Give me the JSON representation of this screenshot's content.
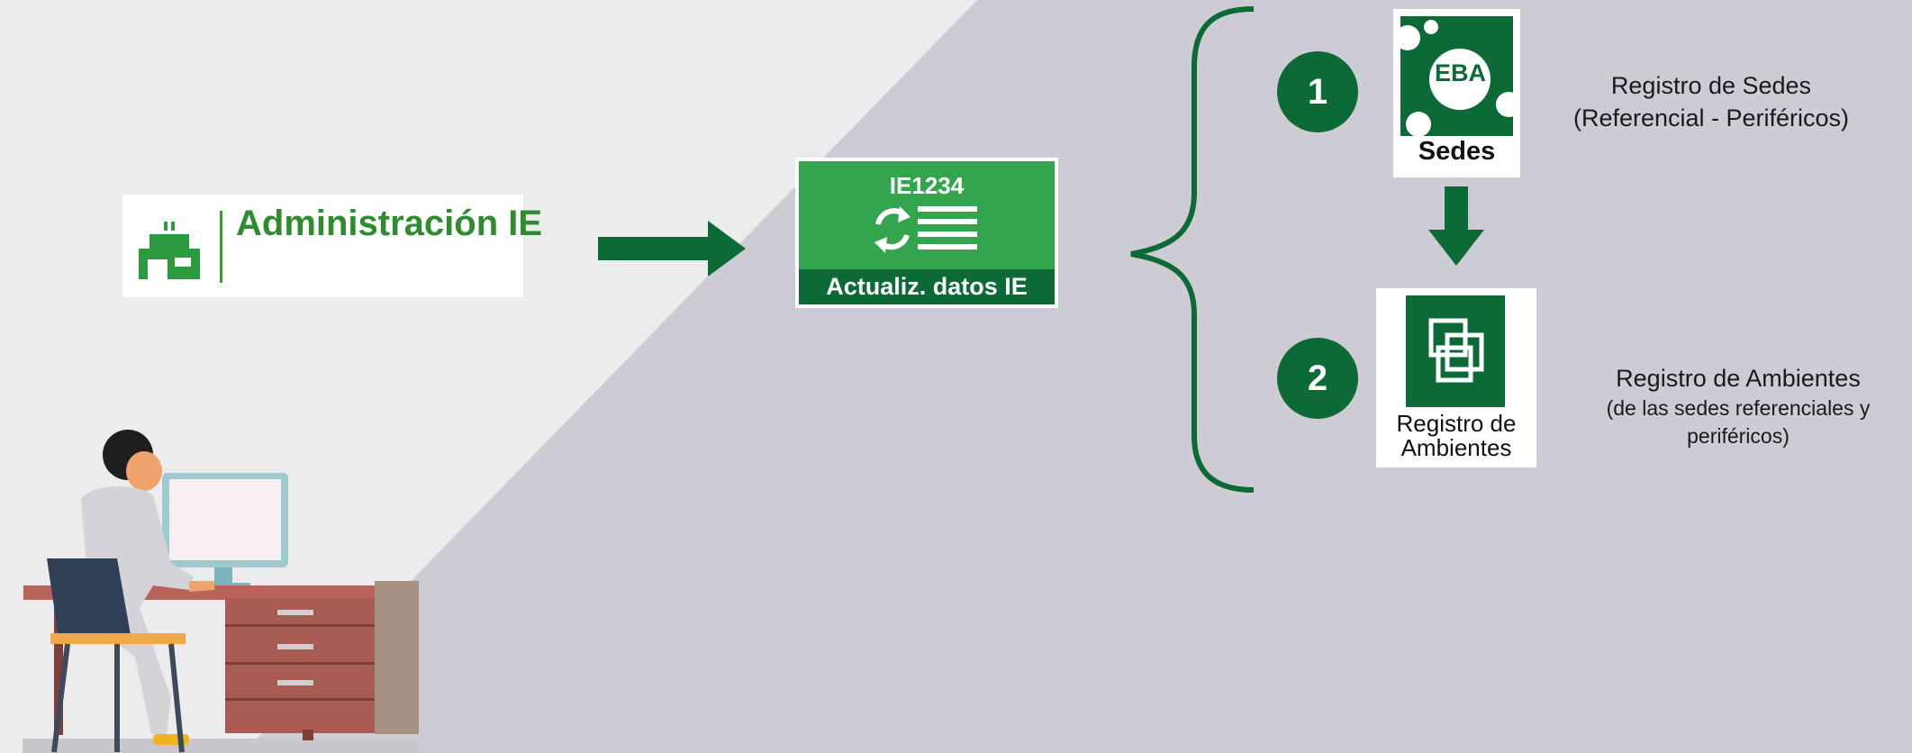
{
  "colors": {
    "background_left": "#ececec",
    "background_right": "#cdcbd3",
    "dark_green": "#0b6a35",
    "mid_green": "#33a54f",
    "admin_green": "#2e8b2e"
  },
  "admin_card": {
    "title": "Administración IE",
    "icon": "school-building-icon"
  },
  "ie_card": {
    "code": "IE1234",
    "label": "Actualiz. datos IE",
    "icon": "refresh-list-icon"
  },
  "steps": [
    {
      "number": "1",
      "card_badge": "EBA",
      "card_label": "Sedes",
      "title": "Registro de Sedes",
      "subtitle": "(Referencial - Periféricos)"
    },
    {
      "number": "2",
      "card_label_line1": "Registro de",
      "card_label_line2": "Ambientes",
      "title": "Registro de Ambientes",
      "subtitle_line1": "(de las sedes referenciales y",
      "subtitle_line2": "periféricos)"
    }
  ],
  "illustration": "person-at-computer-desk"
}
